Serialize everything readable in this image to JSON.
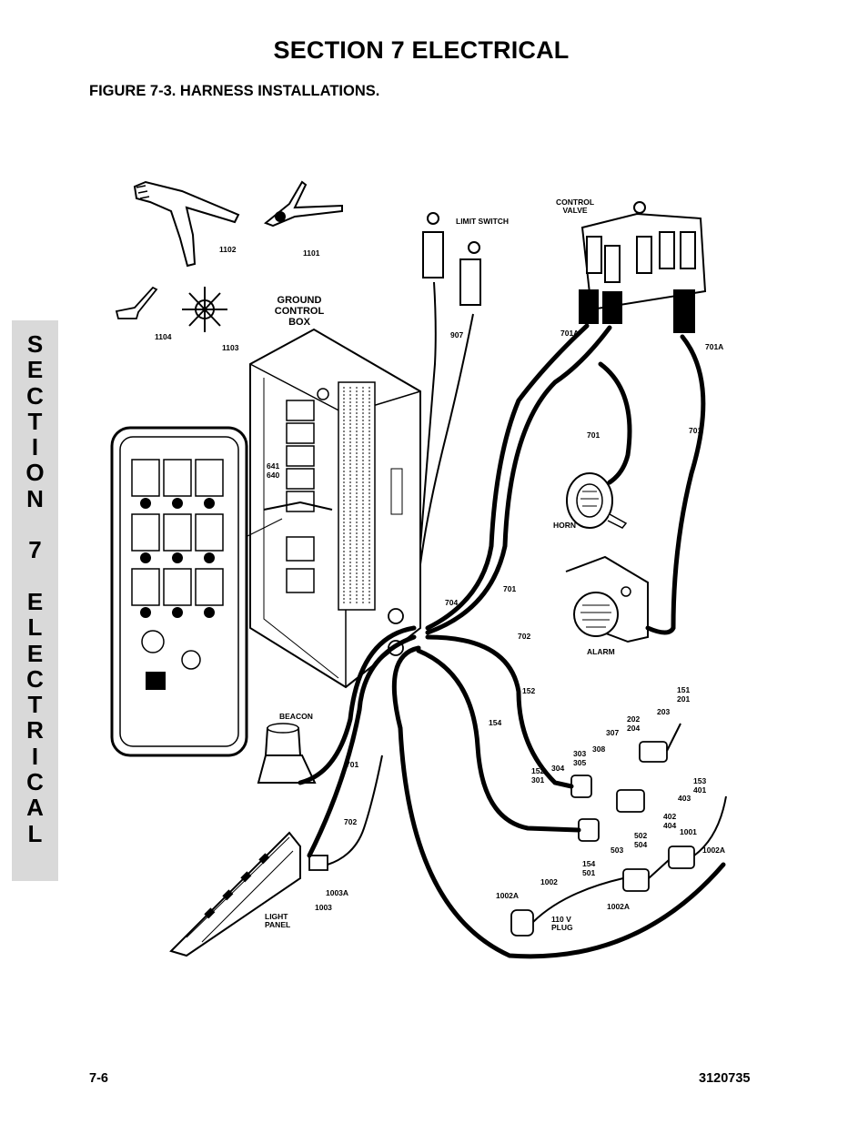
{
  "header": {
    "section_title": "SECTION 7  ELECTRICAL",
    "figure_title": "FIGURE 7-3.    HARNESS INSTALLATIONS."
  },
  "side_tab": {
    "letters": [
      "S",
      "E",
      "C",
      "T",
      "I",
      "O",
      "N",
      "",
      "7",
      "",
      "E",
      "L",
      "E",
      "C",
      "T",
      "R",
      "I",
      "C",
      "A",
      "L"
    ]
  },
  "diagram_labels": {
    "t1102": "1102",
    "t1101": "1101",
    "t1104": "1104",
    "t1103": "1103",
    "ground_control_box_1": "GROUND",
    "ground_control_box_2": "CONTROL",
    "ground_control_box_3": "BOX",
    "limit_switch": "LIMIT SWITCH",
    "control_valve_1": "CONTROL",
    "control_valve_2": "VALVE",
    "t701a_left": "701A",
    "t701a_right": "701A",
    "t907": "907",
    "t701_a": "701",
    "t701_b": "701",
    "horn": "HORN",
    "t641": "641",
    "t640": "640",
    "alarm": "ALARM",
    "t704": "704",
    "t701_c": "701",
    "t702_a": "702",
    "t152_a": "152",
    "t151": "151",
    "t201": "201",
    "t203": "203",
    "t202": "202",
    "t204": "204",
    "t307": "307",
    "t308": "308",
    "t303": "303",
    "t305": "305",
    "t154_a": "154",
    "beacon": "BEACON",
    "t701_d": "701",
    "t304": "304",
    "t152_b": "152",
    "t301": "301",
    "t153": "153",
    "t401": "401",
    "t403": "403",
    "t402": "402",
    "t404": "404",
    "t502": "502",
    "t504": "504",
    "t503": "503",
    "t1001": "1001",
    "t154_b": "154",
    "t501": "501",
    "t1002a_a": "1002A",
    "t702_b": "702",
    "t1002": "1002",
    "t1002a_b": "1002A",
    "t1002a_c": "1002A",
    "plug_1": "110 V",
    "plug_2": "PLUG",
    "t1003a": "1003A",
    "t1003": "1003",
    "light_panel_1": "LIGHT",
    "light_panel_2": "PANEL"
  },
  "footer": {
    "page_number": "7-6",
    "document_number": "3120735"
  }
}
